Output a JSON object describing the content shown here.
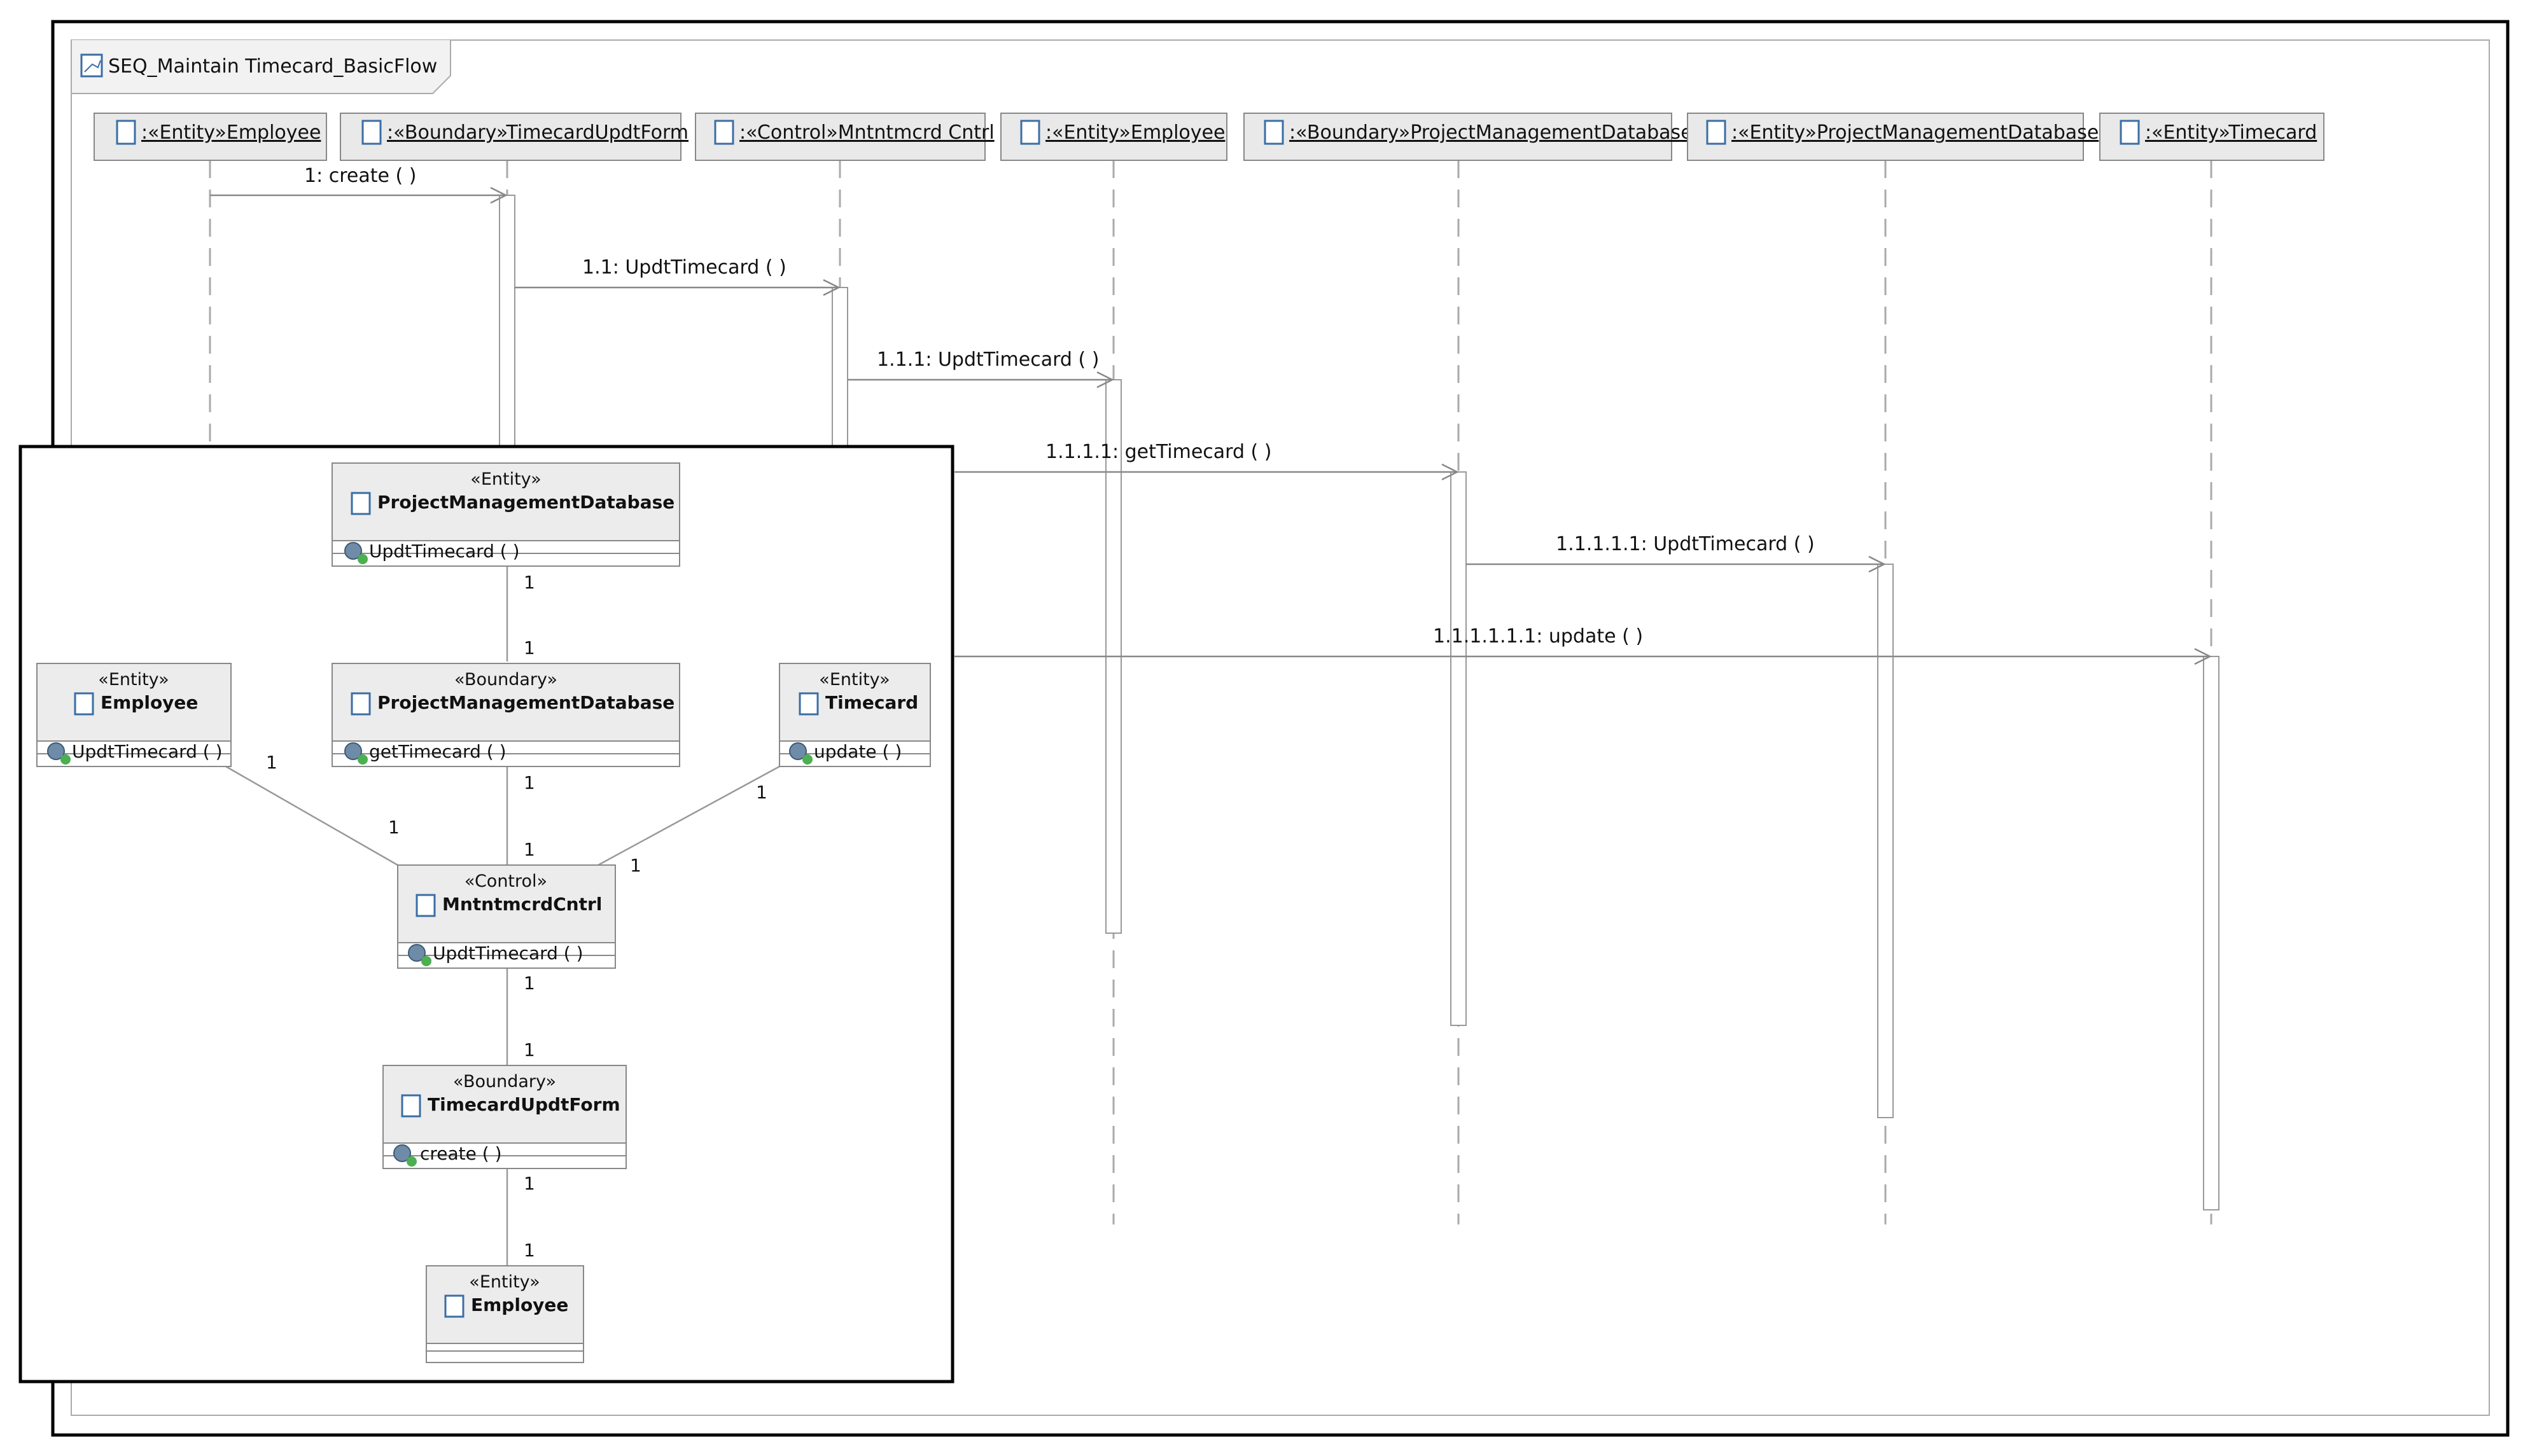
{
  "frame": {
    "title": "SEQ_Maintain Timecard_BasicFlow"
  },
  "lifelines": [
    {
      "label": ":«Entity»Employee"
    },
    {
      "label": ":«Boundary»TimecardUpdtForm"
    },
    {
      "label": ":«Control»Mntntmcrd Cntrl"
    },
    {
      "label": ":«Entity»Employee"
    },
    {
      "label": ":«Boundary»ProjectManagementDatabase"
    },
    {
      "label": ":«Entity»ProjectManagementDatabase"
    },
    {
      "label": ":«Entity»Timecard"
    }
  ],
  "messages": [
    {
      "label": "1: create ( )"
    },
    {
      "label": "1.1: UpdtTimecard ( )"
    },
    {
      "label": "1.1.1: UpdtTimecard ( )"
    },
    {
      "label": "1.1.1.1: getTimecard ( )"
    },
    {
      "label": "1.1.1.1.1: UpdtTimecard ( )"
    },
    {
      "label": "1.1.1.1.1.1: update ( )"
    }
  ],
  "classes": [
    {
      "stereotype": "«Entity»",
      "name": "ProjectManagementDatabase",
      "operation": "UpdtTimecard ( )"
    },
    {
      "stereotype": "«Entity»",
      "name": "Employee",
      "operation": "UpdtTimecard ( )"
    },
    {
      "stereotype": "«Boundary»",
      "name": "ProjectManagementDatabase",
      "operation": "getTimecard ( )"
    },
    {
      "stereotype": "«Entity»",
      "name": "Timecard",
      "operation": "update ( )"
    },
    {
      "stereotype": "«Control»",
      "name": "MntntmcrdCntrl",
      "operation": "UpdtTimecard ( )"
    },
    {
      "stereotype": "«Boundary»",
      "name": "TimecardUpdtForm",
      "operation": "create ( )"
    },
    {
      "stereotype": "«Entity»",
      "name": "Employee",
      "operation": ""
    }
  ],
  "associations": [
    {
      "from_mult": "1",
      "to_mult": "1"
    },
    {
      "from_mult": "1",
      "to_mult": "1"
    },
    {
      "from_mult": "1",
      "to_mult": "1"
    },
    {
      "from_mult": "1",
      "to_mult": "1"
    },
    {
      "from_mult": "1",
      "to_mult": "1"
    },
    {
      "from_mult": "1",
      "to_mult": "1"
    }
  ]
}
